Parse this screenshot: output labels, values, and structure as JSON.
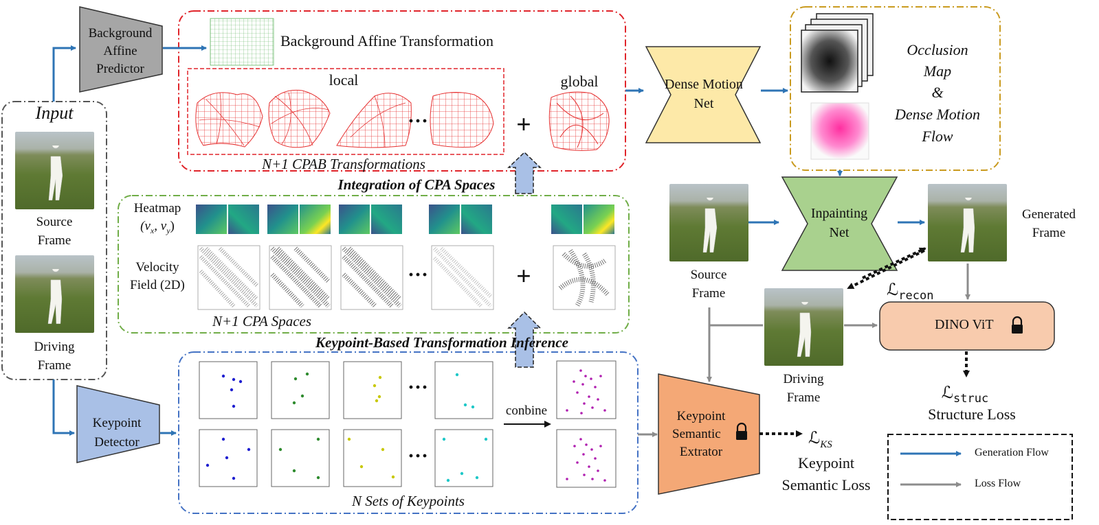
{
  "input": {
    "title": "Input",
    "source_label": [
      "Source",
      "Frame"
    ],
    "driving_label": [
      "Driving",
      "Frame"
    ]
  },
  "bg_affine_predictor": {
    "label": [
      "Background",
      "Affine",
      "Predictor"
    ]
  },
  "cpab": {
    "bg_affine_label": "Background Affine Transformation",
    "local_label": "local",
    "global_label": "global",
    "ellipsis": "···",
    "plus": "+",
    "caption": "N+1 CPAB Transformations"
  },
  "integration_label": "Integration of CPA Spaces",
  "cpa_spaces": {
    "heatmap_label": "Heatmap",
    "heatmap_vars": "(v",
    "heatmap_var_x": "x",
    "heatmap_var_sep": ", v",
    "heatmap_var_y": "y",
    "heatmap_var_end": ")",
    "velocity_label": [
      "Velocity",
      "Field (2D)"
    ],
    "ellipsis": "···",
    "plus": "+",
    "caption": "N+1 CPA Spaces"
  },
  "kp_inference_label": "Keypoint-Based Transformation Inference",
  "keypoints": {
    "combine_label": "conbine",
    "ellipsis": "···",
    "caption": "N Sets of Keypoints"
  },
  "keypoint_detector": {
    "label": [
      "Keypoint",
      "Detector"
    ]
  },
  "dense_motion_net": {
    "label": [
      "Dense Motion",
      "Net"
    ]
  },
  "occlusion": {
    "label": [
      "Occlusion",
      "Map",
      "&",
      "Dense Motion",
      "Flow"
    ]
  },
  "inpainting_net": {
    "label": [
      "Inpainting",
      "Net"
    ]
  },
  "right_source_label": [
    "Source",
    "Frame"
  ],
  "generated_label": [
    "Generated",
    "Frame"
  ],
  "driving_right_label": [
    "Driving",
    "Frame"
  ],
  "l_recon": {
    "symbol": "ℒ",
    "sub": "recon"
  },
  "dino": {
    "label": "DINO ViT"
  },
  "l_struc": {
    "symbol": "ℒ",
    "sub": "struc",
    "caption": "Structure Loss"
  },
  "kp_semantic": {
    "label": [
      "Keypoint",
      "Semantic",
      "Extrator"
    ]
  },
  "l_ks": {
    "symbol": "ℒ",
    "sub": "KS",
    "caption": [
      "Keypoint",
      "Semantic Loss"
    ]
  },
  "legend": {
    "generation": "Generation Flow",
    "loss": "Loss Flow"
  },
  "colors": {
    "blue_arrow": "#2e74b5",
    "gray_arrow": "#8c8c8c",
    "red_box": "#e0242a",
    "green_box": "#70ad47",
    "blue_box": "#4472c4",
    "gold_box": "#c99a1e"
  }
}
